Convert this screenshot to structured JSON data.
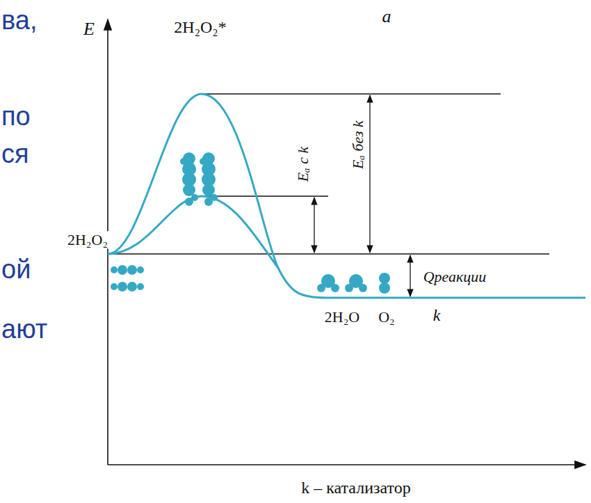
{
  "diagram": {
    "labels": [
      "ва,",
      "a",
      "E",
      "2H₂O₂*",
      "по",
      "ся",
      "Eₐ с k",
      "Eₐ без k",
      "2H₂O₂",
      "ой",
      "Qреакции",
      "2H₂O",
      "O₂",
      "k",
      "ают",
      "k – катализатор"
    ]
  }
}
